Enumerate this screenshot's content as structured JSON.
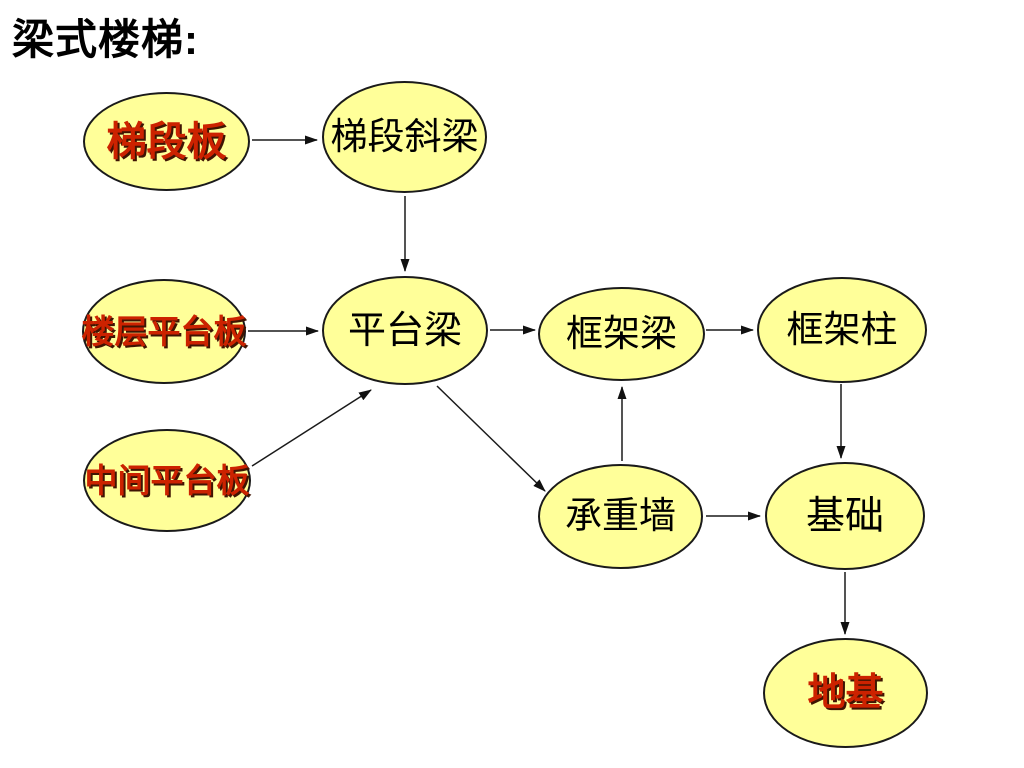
{
  "title": "梁式楼梯:",
  "colors": {
    "background": "#FFFFFF",
    "node_fill": "#FFFF99",
    "node_border": "#1A1A1A",
    "label_black": "#000000",
    "label_red": "#CC2200",
    "red_label_shadow": "#3F1403",
    "arrow": "#1A1A1A"
  },
  "diagram": {
    "nodes": [
      {
        "id": "stair-flight-slab",
        "label": "梯段板",
        "emphasis": "red"
      },
      {
        "id": "stair-sloped-beam",
        "label": "梯段斜梁",
        "emphasis": "black"
      },
      {
        "id": "floor-landing-slab",
        "label": "楼层平台板",
        "emphasis": "red"
      },
      {
        "id": "landing-beam",
        "label": "平台梁",
        "emphasis": "black"
      },
      {
        "id": "intermediate-landing-slab",
        "label": "中间平台板",
        "emphasis": "red"
      },
      {
        "id": "frame-beam",
        "label": "框架梁",
        "emphasis": "black"
      },
      {
        "id": "frame-column",
        "label": "框架柱",
        "emphasis": "black"
      },
      {
        "id": "load-bearing-wall",
        "label": "承重墙",
        "emphasis": "black"
      },
      {
        "id": "foundation",
        "label": "基础",
        "emphasis": "black"
      },
      {
        "id": "subgrade",
        "label": "地基",
        "emphasis": "red"
      }
    ],
    "edges": [
      {
        "from": "梯段板",
        "to": "梯段斜梁"
      },
      {
        "from": "梯段斜梁",
        "to": "平台梁"
      },
      {
        "from": "楼层平台板",
        "to": "平台梁"
      },
      {
        "from": "中间平台板",
        "to": "平台梁"
      },
      {
        "from": "平台梁",
        "to": "框架梁"
      },
      {
        "from": "平台梁",
        "to": "承重墙"
      },
      {
        "from": "承重墙",
        "to": "框架梁"
      },
      {
        "from": "框架梁",
        "to": "框架柱"
      },
      {
        "from": "框架柱",
        "to": "基础"
      },
      {
        "from": "承重墙",
        "to": "基础"
      },
      {
        "from": "基础",
        "to": "地基"
      }
    ]
  }
}
